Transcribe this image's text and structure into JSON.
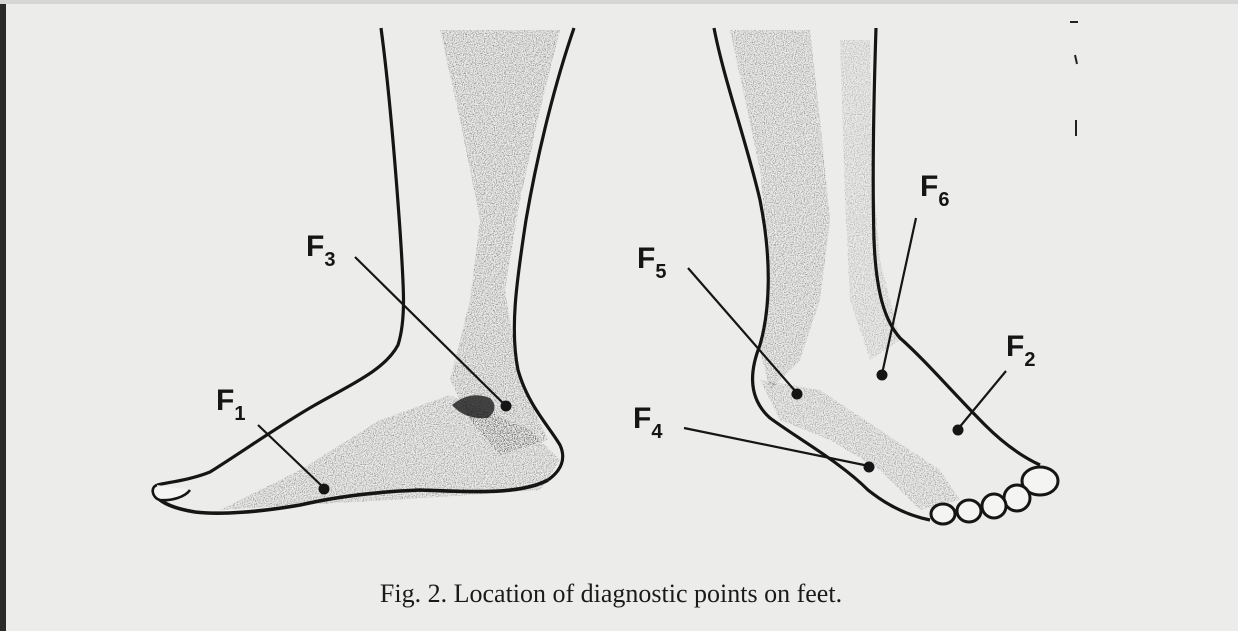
{
  "figure": {
    "caption": "Fig. 2. Location of diagnostic points on feet.",
    "colors": {
      "ink": "#151515",
      "paper": "#ecedeb"
    },
    "points": [
      {
        "letter": "F",
        "sub": "1"
      },
      {
        "letter": "F",
        "sub": "2"
      },
      {
        "letter": "F",
        "sub": "3"
      },
      {
        "letter": "F",
        "sub": "4"
      },
      {
        "letter": "F",
        "sub": "5"
      },
      {
        "letter": "F",
        "sub": "6"
      }
    ]
  }
}
